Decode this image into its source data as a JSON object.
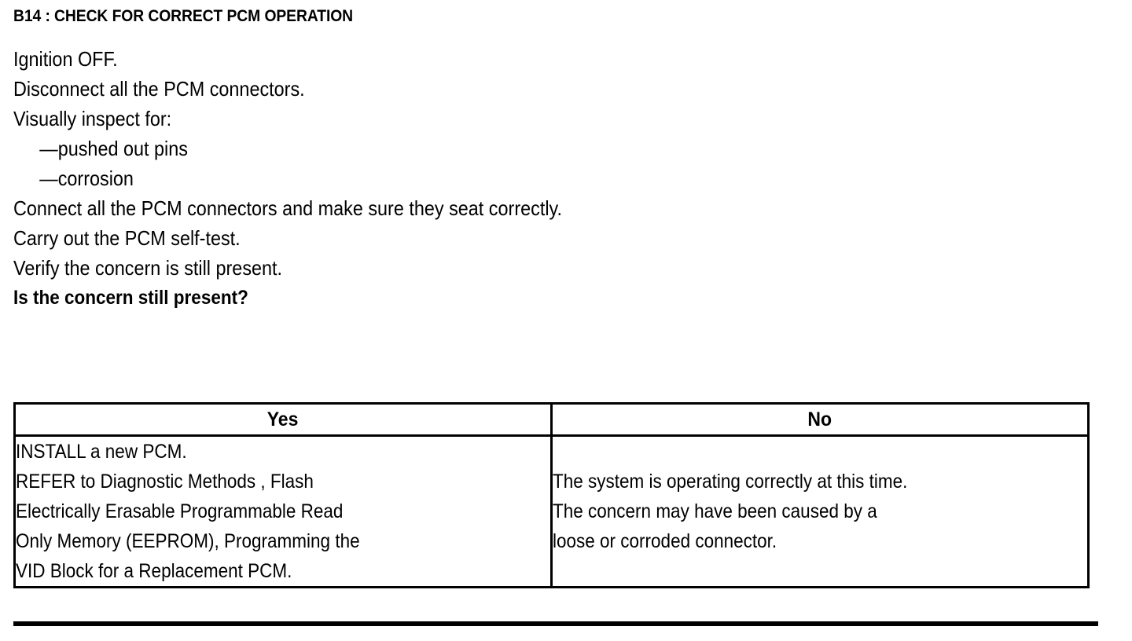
{
  "document": {
    "step_heading": "B14 : CHECK FOR CORRECT PCM OPERATION",
    "procedure": [
      {
        "kind": "line",
        "text": "Ignition OFF."
      },
      {
        "kind": "line",
        "text": "Disconnect all the PCM connectors."
      },
      {
        "kind": "line",
        "text": "Visually inspect for:"
      },
      {
        "kind": "dash",
        "text": "—pushed out pins"
      },
      {
        "kind": "dash",
        "text": "—corrosion"
      },
      {
        "kind": "line",
        "text": "Connect all the PCM connectors and make sure they seat correctly."
      },
      {
        "kind": "line",
        "text": "Carry out the PCM self-test."
      },
      {
        "kind": "line",
        "text": "Verify the concern is still present."
      },
      {
        "kind": "bold",
        "text": "Is the concern still present?"
      }
    ],
    "decision_table": {
      "headers": {
        "yes": "Yes",
        "no": "No"
      },
      "yes_cell_lines": [
        "INSTALL a new PCM.",
        "REFER to Diagnostic Methods , Flash",
        "Electrically Erasable Programmable Read",
        "Only Memory  (EEPROM), Programming the",
        "VID Block for a Replacement PCM."
      ],
      "no_cell_lines": [
        "The system is operating correctly at this time.",
        "The concern may have been caused by a",
        "loose or corroded connector."
      ]
    },
    "colors": {
      "ink": "#000000",
      "paper": "#ffffff"
    }
  }
}
